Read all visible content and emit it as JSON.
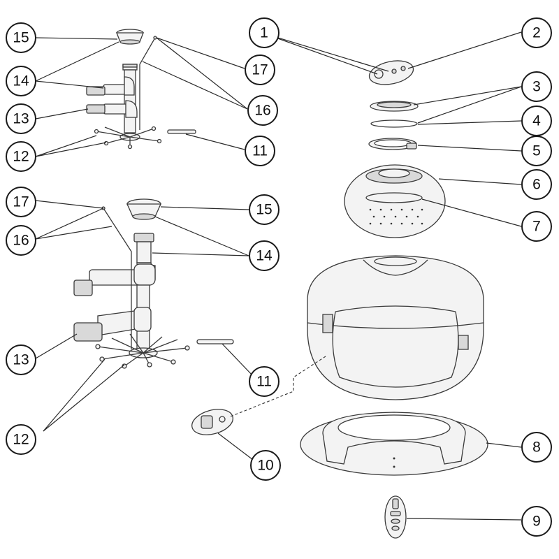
{
  "callouts": {
    "c1": "1",
    "c2": "2",
    "c3": "3",
    "c4": "4",
    "c5": "5",
    "c6": "6",
    "c7": "7",
    "c8": "8",
    "c9": "9",
    "c10": "10",
    "c11_top": "11",
    "c11_bottom": "11",
    "c12_top": "12",
    "c12_bottom": "12",
    "c13_top": "13",
    "c13_bottom": "13",
    "c14_top": "14",
    "c14_bottom": "14",
    "c15_top": "15",
    "c15_bottom": "15",
    "c16_top": "16",
    "c16_bottom": "16",
    "c17_top": "17",
    "c17_bottom": "17"
  }
}
